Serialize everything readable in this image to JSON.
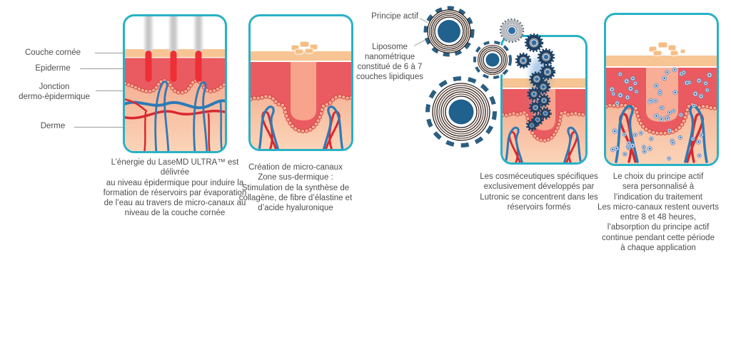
{
  "figure": {
    "skin_layer_labels": {
      "couche_cornee": "Couche cornée",
      "epiderme": "Epiderme",
      "jonction": "Jonction\ndermo-épidermique",
      "derme": "Derme"
    },
    "liposome_labels": {
      "principe_actif": "Principe actif",
      "liposome_description": "Liposome\nnanométrique\nconstitué de 6 à 7\ncouches lipidiques"
    },
    "step_captions": {
      "step1": "L’énergie du LaseMD ULTRA™ est délivrée\nau niveau épidermique pour induire la\nformation de réservoirs par évaporation\nde l’eau au travers de micro-canaux au\nniveau de la couche cornée",
      "step2": "Création de micro-canaux\nZone sus-dermique :\nStimulation de la synthèse de\ncollagène, de fibre d’élastine et\nd’acide hyaluronique",
      "step3": "Les cosméceutiques spécifiques\nexclusivement développés par\nLutronic se concentrent dans les\nréservoirs formés",
      "step4": "Le choix du principe actif\nsera personnalisé à\nl’indication du traitement\nLes micro-canaux restent ouverts\nentre 8 et 48 heures,\nl’absorption du principe actif\ncontinue pendant cette période\nà chaque application"
    },
    "colors": {
      "panel_border": "#29b1c5",
      "text": "#4d4e50",
      "stratum_corneum": "#f7c493",
      "epidermis": "#ea5a61",
      "dermis": "#f3a487",
      "laser_channel": "#ee2f36",
      "vessel_red": "#d8292f",
      "vessel_blue": "#2d7ab7",
      "liposome_core": "#20618d",
      "liposome_ring_dash": "#2b5f80"
    }
  }
}
